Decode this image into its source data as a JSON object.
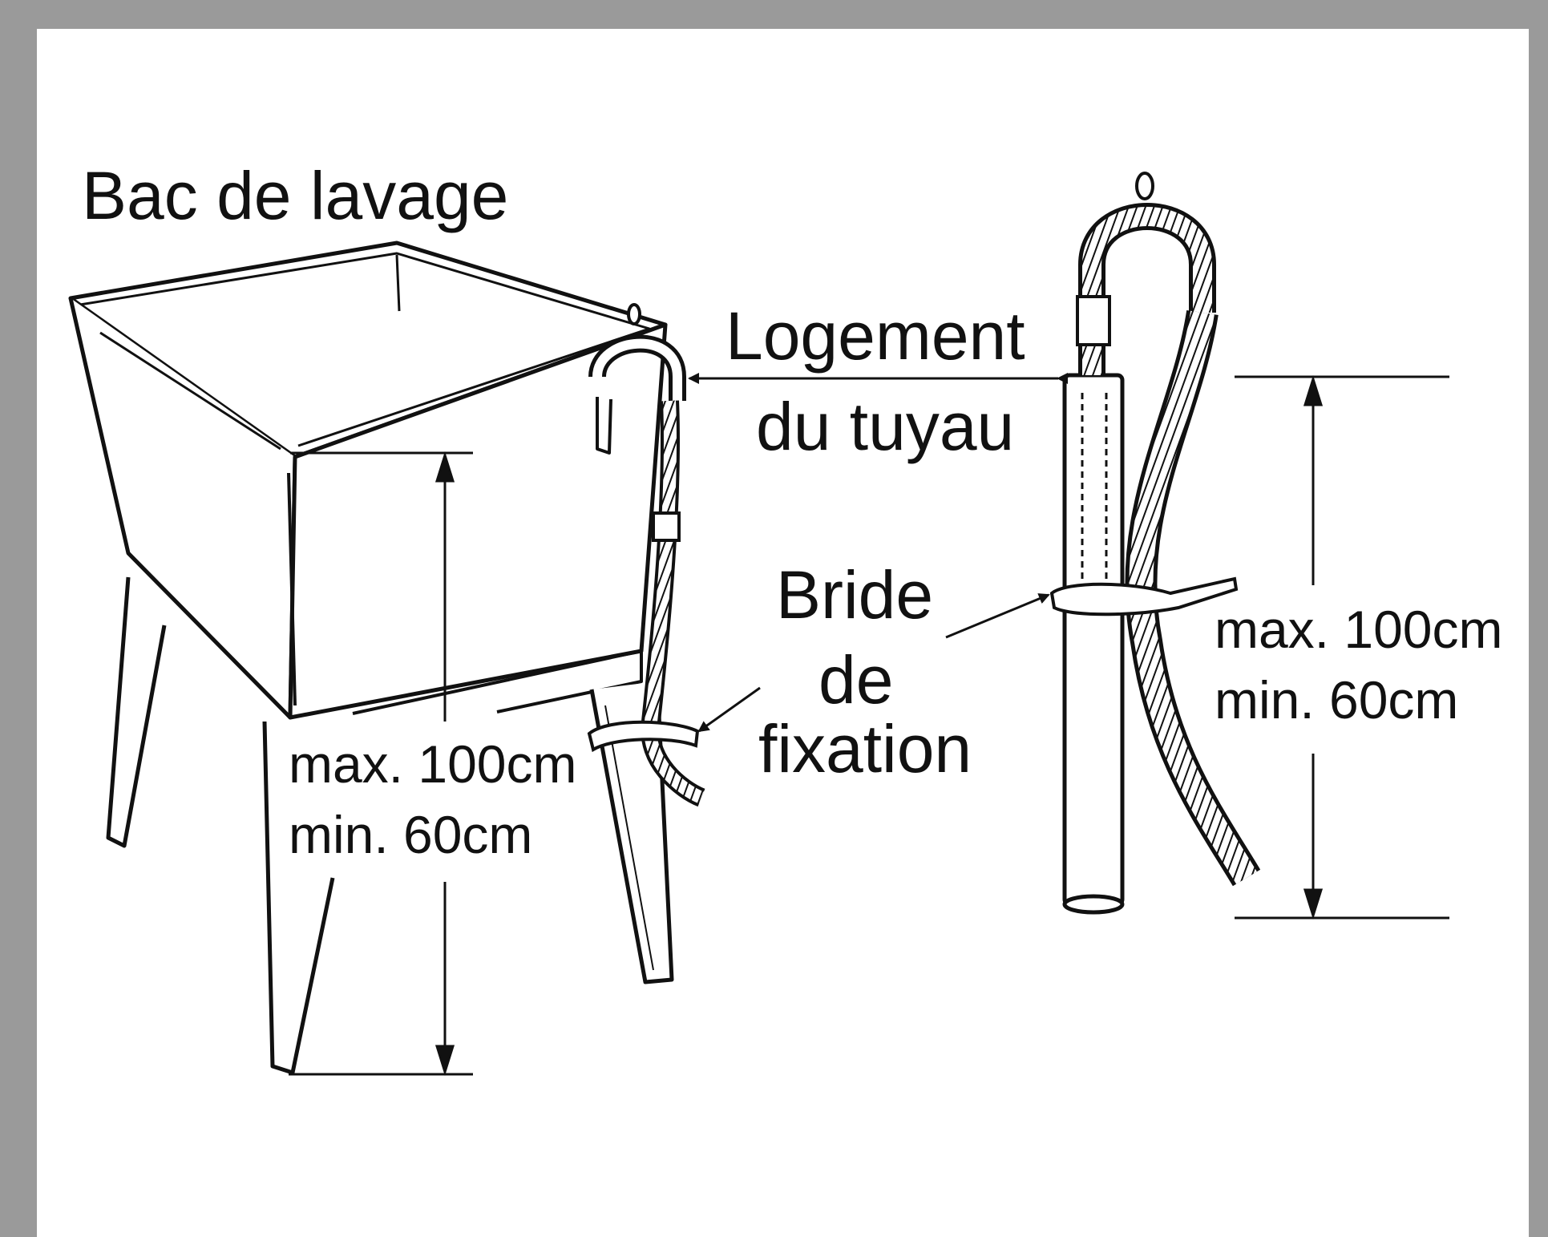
{
  "labels": {
    "tub": "Bac de lavage",
    "hose_housing_line1": "Logement",
    "hose_housing_line2": "du tuyau",
    "clamp_line1": "Bride",
    "clamp_line2": "de",
    "clamp_line3": "fixation",
    "left_max": "max. 100cm",
    "left_min": "min. 60cm",
    "right_max": "max. 100cm",
    "right_min": "min. 60cm"
  },
  "colors": {
    "frame": "#9a9a9a",
    "background": "#ffffff",
    "ink": "#111111"
  },
  "icons": [
    "washing-tub-icon",
    "hose-hook-icon",
    "standpipe-icon",
    "cable-tie-icon",
    "dimension-arrow-icon"
  ]
}
